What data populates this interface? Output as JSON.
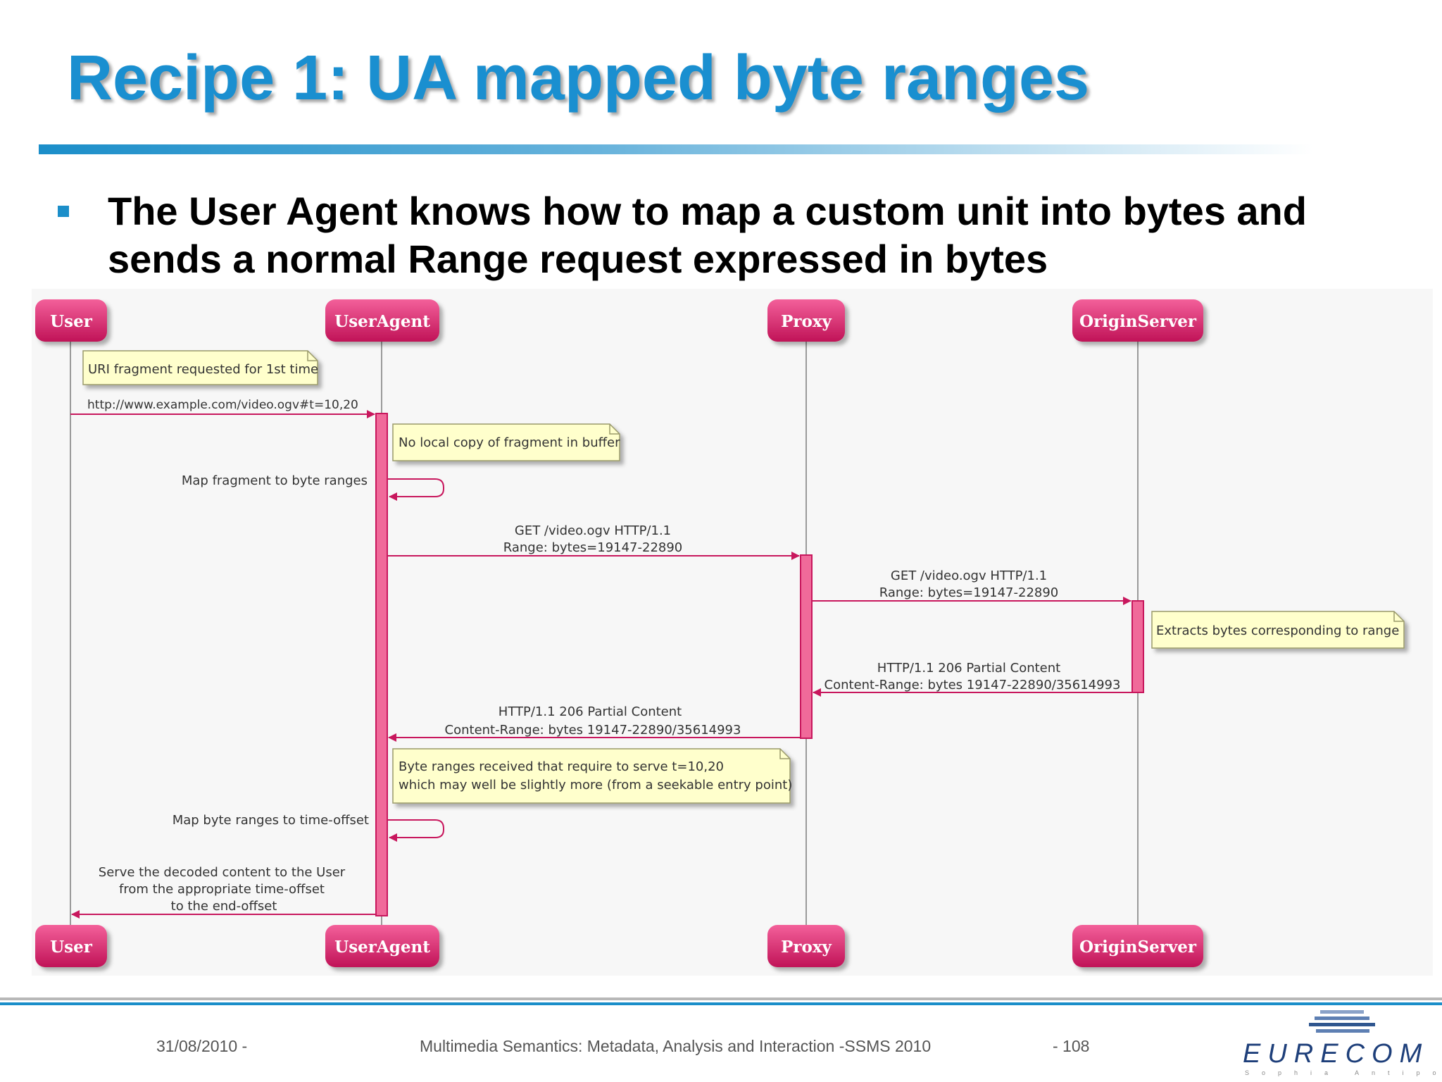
{
  "slide": {
    "title": "Recipe 1: UA mapped byte ranges",
    "bullet": "The User Agent knows how to map a custom unit into bytes and sends a normal Range request expressed in bytes"
  },
  "participants": [
    "User",
    "UserAgent",
    "Proxy",
    "OriginServer"
  ],
  "messages": {
    "m1": "http://www.example.com/video.ogv#t=10,20",
    "m2": "Map fragment to byte ranges",
    "m3": [
      "GET /video.ogv HTTP/1.1",
      "Range: bytes=19147-22890"
    ],
    "m4": [
      "GET /video.ogv HTTP/1.1",
      "Range: bytes=19147-22890"
    ],
    "m5": [
      "HTTP/1.1 206 Partial Content",
      "Content-Range: bytes 19147-22890/35614993"
    ],
    "m6": [
      "HTTP/1.1 206 Partial Content",
      "Content-Range: bytes 19147-22890/35614993"
    ],
    "m7": "Map byte ranges to time-offset",
    "m8": [
      "Serve the decoded content to the User",
      "from the appropriate time-offset",
      "to the end-offset"
    ]
  },
  "notes": {
    "n1": "URI fragment requested for 1st time",
    "n2": "No local copy of fragment in buffer",
    "n3": "Extracts bytes corresponding to range",
    "n4": [
      "Byte ranges received that require to serve t=10,20",
      "which may well be slightly more (from a seekable entry point)"
    ]
  },
  "footer": {
    "date": "31/08/2010 -",
    "course": "Multimedia Semantics: Metadata, Analysis and Interaction -SSMS 2010",
    "page": "- 108",
    "logo": "EURECOM",
    "logo_sub": "Sophia Antipolis"
  },
  "colors": {
    "title": "#1a8fd0",
    "rule": "#1b8ec9",
    "participant": "#d41e66",
    "activation": "#f06a9a",
    "arrow": "#c8175d",
    "note": "#ffffcc",
    "logo": "#1e3f7a"
  }
}
